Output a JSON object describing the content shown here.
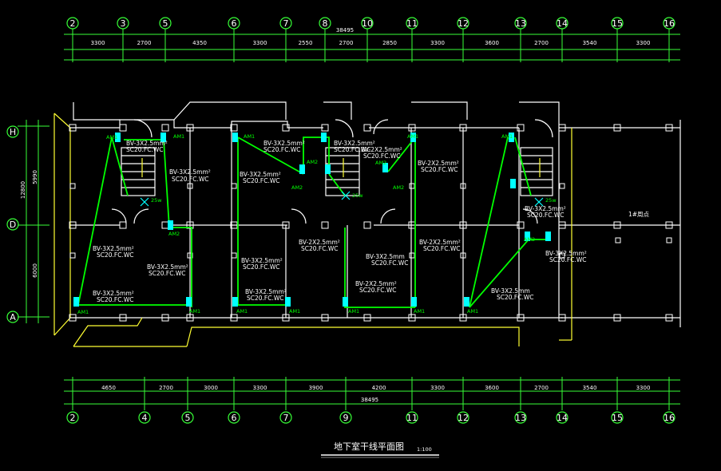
{
  "drawing": {
    "title": "地下室干线平面图",
    "scale": "1:100",
    "stair_label": "1#周点",
    "colors": {
      "background": "#000000",
      "wire": "#00ff00",
      "wall": "#ffffff",
      "dim": "#37ff37",
      "box": "#00ffff",
      "wall_accent": "#ffff33"
    }
  },
  "top_axes": [
    "2",
    "3",
    "5",
    "6",
    "7",
    "8",
    "10",
    "11",
    "12",
    "13",
    "14",
    "15",
    "16"
  ],
  "top_dims": [
    "3300",
    "2700",
    "4350",
    "3300",
    "2550",
    "2700",
    "2850",
    "3300",
    "3600",
    "2700",
    "3540",
    "3300"
  ],
  "top_total": "38495",
  "bottom_axes": [
    "2",
    "4",
    "5",
    "6",
    "7",
    "9",
    "11",
    "12",
    "13",
    "14",
    "15",
    "16"
  ],
  "bottom_dims": [
    "4650",
    "2700",
    "3000",
    "3300",
    "3900",
    "4200",
    "3300",
    "3600",
    "2700",
    "3540",
    "3300"
  ],
  "bottom_total": "38495",
  "left_axes": [
    "H",
    "D",
    "A"
  ],
  "left_dims": [
    "5990",
    "6000"
  ],
  "left_total": "12800",
  "cables": {
    "a": "BV-3X2.5mm²",
    "b": "SC20.FC.WC",
    "c": "BV-2X2.5mm²",
    "d": "BV-3X2.5mm",
    "e": "BV-2X2.5mm²",
    "f": "BV-3X2.5mm²",
    "g": "BV-3X2.5mm²",
    "h": "BV-3X2.5mm²"
  },
  "tags": {
    "am1": "AM1",
    "am2": "AM2",
    "w25": "25w"
  }
}
